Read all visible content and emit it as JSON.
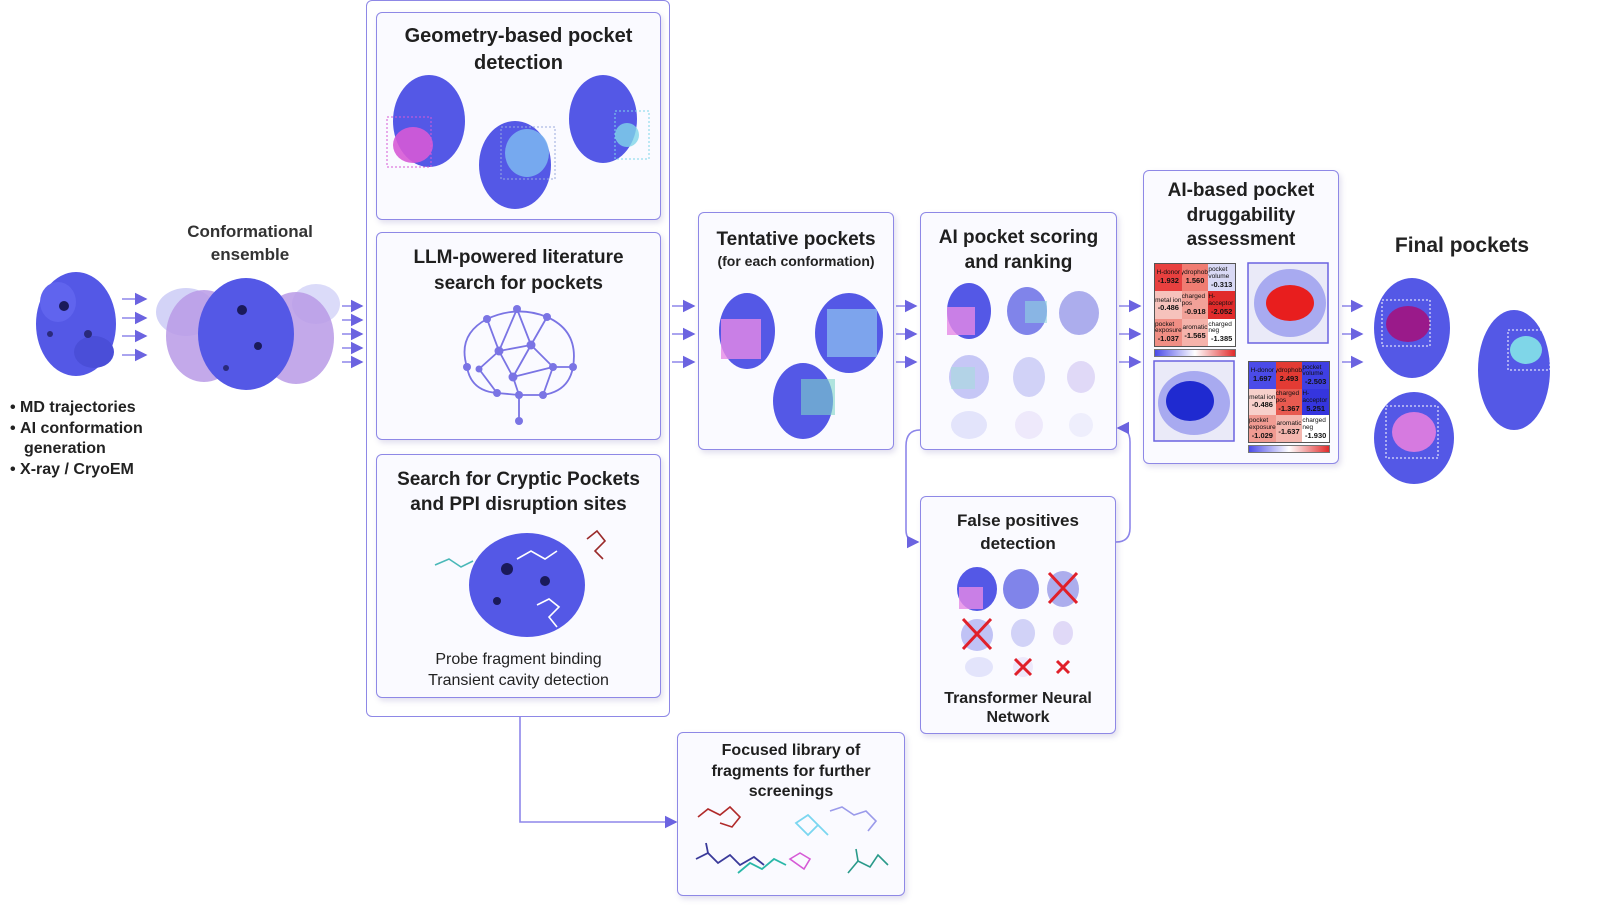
{
  "ensemble": {
    "title_line1": "Conformational",
    "title_line2": "ensemble",
    "sources": [
      "MD trajectories",
      "AI conformation",
      "generation",
      "X-ray / CryoEM"
    ]
  },
  "geometry": {
    "title_line1": "Geometry-based pocket",
    "title_line2": "detection"
  },
  "llm": {
    "title_line1": "LLM-powered literature",
    "title_line2": "search for pockets"
  },
  "cryptic": {
    "title_line1": "Search for Cryptic Pockets",
    "title_line2": "and PPI disruption sites",
    "note_line1": "Probe fragment binding",
    "note_line2": "Transient cavity detection"
  },
  "tentative": {
    "title": "Tentative pockets",
    "subtitle": "(for each conformation)"
  },
  "scoring": {
    "title_line1": "AI pocket scoring",
    "title_line2": "and ranking"
  },
  "false_pos": {
    "title_line1": "False positives",
    "title_line2": "detection",
    "method_line1": "Transformer Neural",
    "method_line2": "Network"
  },
  "druggability": {
    "title_line1": "AI-based pocket",
    "title_line2": "druggability",
    "title_line3": "assessment",
    "table_red": [
      {
        "label": "H-donor",
        "value": "-1.932",
        "color": "#e8403f"
      },
      {
        "label": "hydrophobic",
        "value": "1.560",
        "color": "#f07c72"
      },
      {
        "label": "pocket volume",
        "value": "-0.313",
        "color": "#d9d9f5"
      },
      {
        "label": "metal ion",
        "value": "-0.486",
        "color": "#f6c2bc"
      },
      {
        "label": "charged pos",
        "value": "-0.918",
        "color": "#f2a198"
      },
      {
        "label": "H-acceptor",
        "value": "-2.052",
        "color": "#e12b2b"
      },
      {
        "label": "pocket exposure",
        "value": "-1.037",
        "color": "#f08e84"
      },
      {
        "label": "aromatic",
        "value": "-1.565",
        "color": "#f5b3ab"
      },
      {
        "label": "charged neg",
        "value": "-1.385",
        "color": "#ffffff"
      }
    ],
    "table_blue": [
      {
        "label": "H-donor",
        "value": "1.697",
        "color": "#4b4be8"
      },
      {
        "label": "hydrophobic",
        "value": "2.493",
        "color": "#e33b34"
      },
      {
        "label": "pocket volume",
        "value": "-2.503",
        "color": "#3f3fe3"
      },
      {
        "label": "metal ion",
        "value": "-0.486",
        "color": "#f7d0cb"
      },
      {
        "label": "charged pos",
        "value": "-1.367",
        "color": "#e85a50"
      },
      {
        "label": "H-acceptor",
        "value": "5.251",
        "color": "#3535de"
      },
      {
        "label": "pocket exposure",
        "value": "-1.029",
        "color": "#f09b92"
      },
      {
        "label": "aromatic",
        "value": "-1.637",
        "color": "#f4b6ae"
      },
      {
        "label": "charged neg",
        "value": "-1.930",
        "color": "#ffffff"
      }
    ]
  },
  "final": {
    "title": "Final pockets"
  },
  "library": {
    "title_line1": "Focused library of",
    "title_line2": "fragments for further",
    "title_line3": "screenings"
  },
  "colors": {
    "protein": "#5a5ae8",
    "accent": "#6b63e0",
    "pocket_magenta": "#d65ad6",
    "pocket_cyan": "#7fd6e8",
    "reject": "#e0202a"
  }
}
